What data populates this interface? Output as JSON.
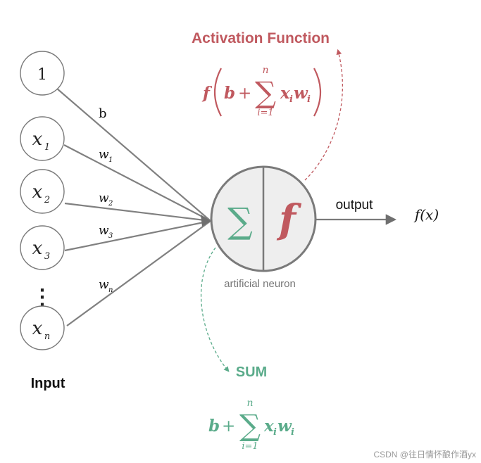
{
  "colors": {
    "activation": "#c0595f",
    "sum": "#5aab8a",
    "line": "#7f7f7f",
    "circle_stroke": "#7a7a7a",
    "neuron_fill": "#eeeeee",
    "text": "#111111",
    "caption": "#777777",
    "watermark": "#9a9a9a"
  },
  "inputs": {
    "title": "Input",
    "nodes": [
      {
        "symbol": "1",
        "sub": ""
      },
      {
        "symbol": "x",
        "sub": "1"
      },
      {
        "symbol": "x",
        "sub": "2"
      },
      {
        "symbol": "x",
        "sub": "3"
      },
      {
        "symbol": "x",
        "sub": "n"
      }
    ],
    "ellipsis": "⋮"
  },
  "weights": [
    {
      "symbol": "b",
      "sub": ""
    },
    {
      "symbol": "w",
      "sub": "1"
    },
    {
      "symbol": "w",
      "sub": "2"
    },
    {
      "symbol": "w",
      "sub": "3"
    },
    {
      "symbol": "w",
      "sub": "n"
    }
  ],
  "neuron": {
    "sum_symbol": "∑",
    "activation_symbol": "f",
    "caption": "artificial neuron"
  },
  "output": {
    "label": "output",
    "result": "f(x)"
  },
  "activation": {
    "title": "Activation Function",
    "formula": {
      "f": "f",
      "b": "b",
      "plus": "+",
      "sigma": "∑",
      "upper": "n",
      "lower": "i=1",
      "x": "x",
      "w": "w",
      "idx": "i"
    }
  },
  "sum": {
    "title": "SUM",
    "formula": {
      "b": "b",
      "plus": "+",
      "sigma": "∑",
      "upper": "n",
      "lower": "i=1",
      "x": "x",
      "w": "w",
      "idx": "i"
    }
  },
  "watermark": "CSDN @往日情怀酿作酒yx"
}
